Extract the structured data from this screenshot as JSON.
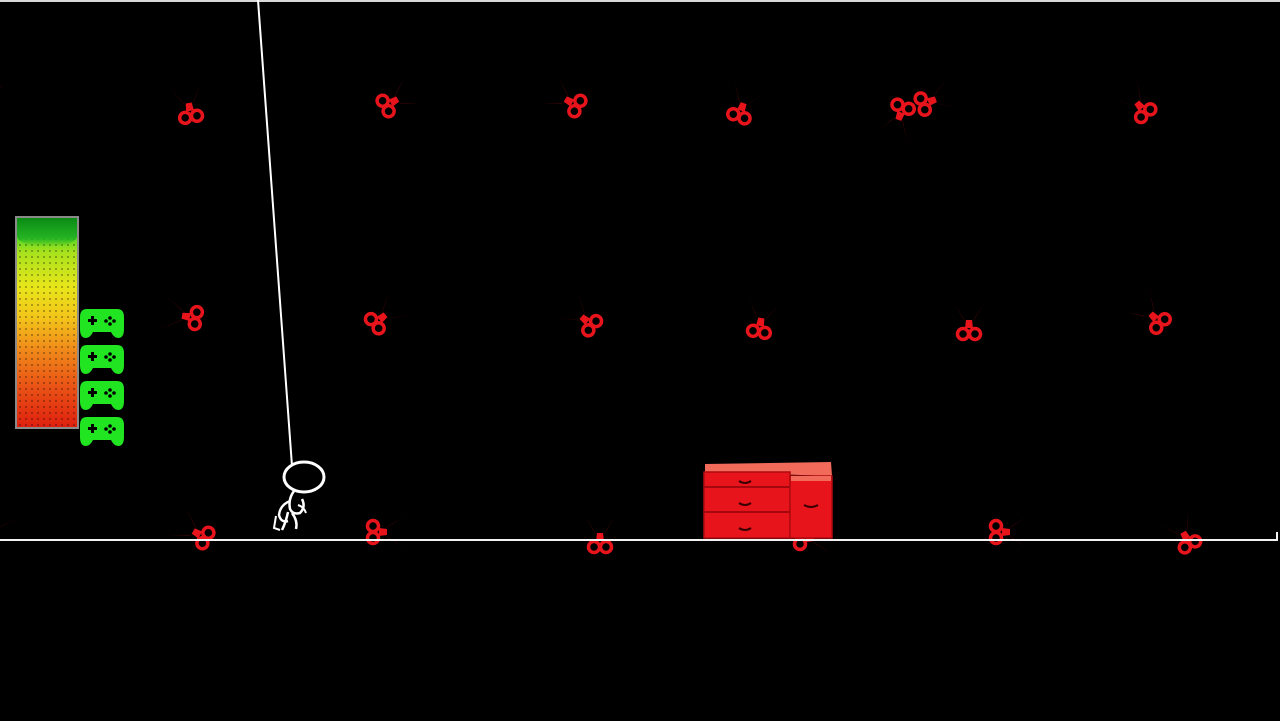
{
  "game": {
    "background_color": "#000000",
    "floor_color": "#f2f2f2",
    "hazard_color": "#e8141c",
    "hazard_icon": "scissors-icon",
    "player_icon": "stick-figure-character",
    "rope_color": "#ffffff"
  },
  "hud": {
    "meter": {
      "icon": "health-meter",
      "level": 0.9,
      "gradient_top": "#15b020",
      "gradient_bottom": "#e0200f"
    },
    "lives": {
      "count": 4,
      "icon": "gamepad-icon",
      "color": "#22e522"
    }
  },
  "obstacles": [
    {
      "type": "dresser",
      "icon": "dresser-icon",
      "color": "#e8141c"
    }
  ]
}
